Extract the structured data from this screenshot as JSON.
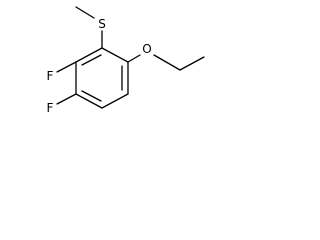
{
  "molecule": {
    "atoms": {
      "sulfur": "S",
      "oxygen": "O",
      "fluorine_top": "F",
      "fluorine_bottom": "F"
    }
  }
}
